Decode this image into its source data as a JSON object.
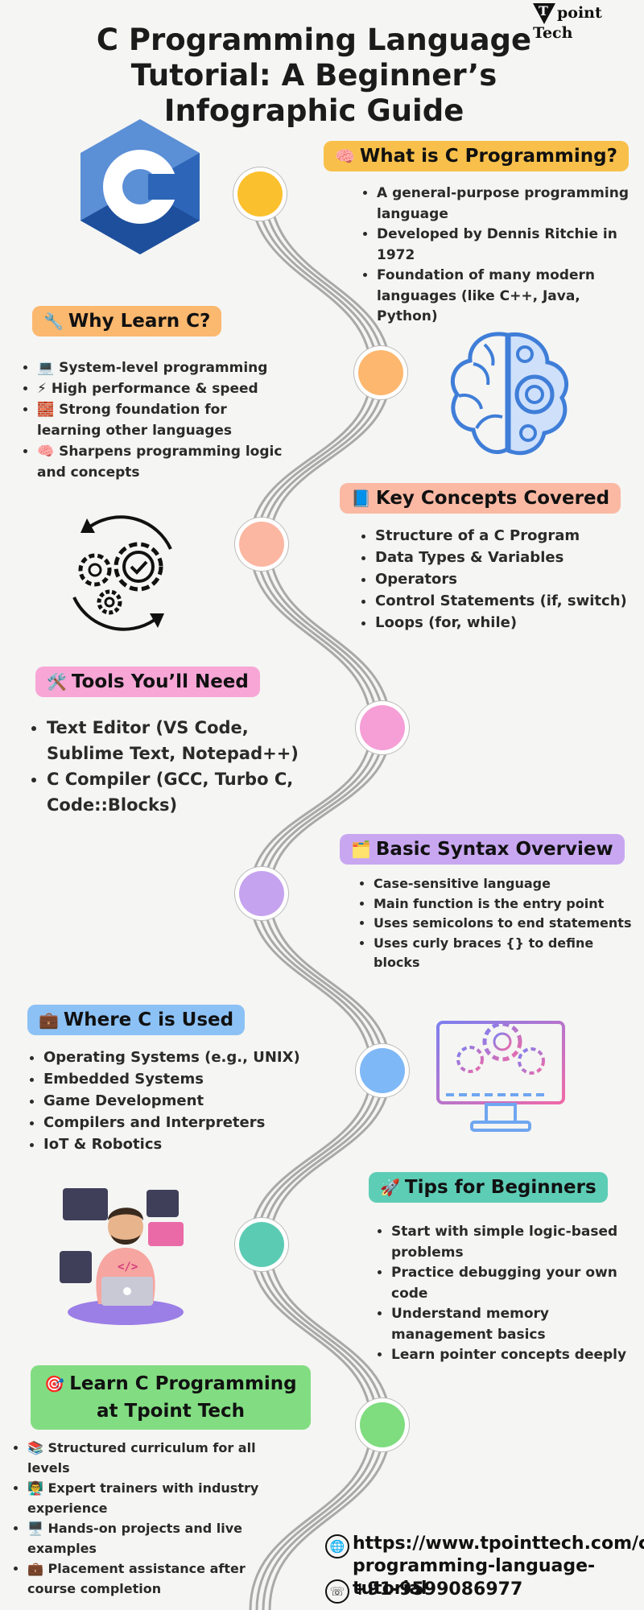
{
  "title": "C Programming Language Tutorial: A Beginner’s Infographic Guide",
  "brand": {
    "mark": "T",
    "name": "point Tech"
  },
  "colors": {
    "yellow": "#fbc02d",
    "orange": "#fdb76e",
    "peach": "#fbb7a2",
    "pink": "#f59fd6",
    "purple": "#c5a3ee",
    "blue": "#7fb8f7",
    "teal": "#5ccbb4",
    "green": "#7fdc7f"
  },
  "sections": [
    {
      "icon": "brain-icon",
      "emoji": "🧠",
      "heading": "What is C Programming?",
      "items": [
        "A general-purpose programming language",
        "Developed by Dennis Ritchie in 1972",
        "Foundation of many modern languages (like C++, Java, Python)"
      ]
    },
    {
      "icon": "wrench-icon",
      "emoji": "🔧",
      "heading": "Why Learn C?",
      "items": [
        "💻 System-level programming",
        "⚡ High performance & speed",
        "🧱 Strong foundation for learning other languages",
        "🧠 Sharpens programming logic and concepts"
      ]
    },
    {
      "icon": "book-icon",
      "emoji": "📘",
      "heading": "Key Concepts Covered",
      "items": [
        "Structure of a C Program",
        "Data Types & Variables",
        "Operators",
        "Control Statements (if, switch)",
        "Loops (for, while)"
      ]
    },
    {
      "icon": "tools-icon",
      "emoji": "🛠️",
      "heading": "Tools You’ll Need",
      "items": [
        "Text Editor (VS Code, Sublime Text, Notepad++)",
        "C Compiler (GCC, Turbo C, Code::Blocks)"
      ]
    },
    {
      "icon": "folder-icon",
      "emoji": "🗂️",
      "heading": "Basic Syntax Overview",
      "items": [
        "Case-sensitive language",
        "Main function is the entry point",
        "Uses semicolons to end statements",
        "Uses curly braces {} to define blocks"
      ]
    },
    {
      "icon": "briefcase-icon",
      "emoji": "💼",
      "heading": "Where C is Used",
      "items": [
        "Operating Systems (e.g., UNIX)",
        "Embedded Systems",
        "Game Development",
        "Compilers and Interpreters",
        "IoT & Robotics"
      ]
    },
    {
      "icon": "rocket-icon",
      "emoji": "🚀",
      "heading": "Tips for Beginners",
      "items": [
        "Start with simple logic-based problems",
        "Practice debugging your own code",
        "Understand memory management basics",
        "Learn pointer concepts deeply"
      ]
    },
    {
      "icon": "target-icon",
      "emoji": "🎯",
      "heading": "Learn C Programming at Tpoint Tech",
      "items": [
        "📚 Structured curriculum for all levels",
        "👨‍🏫 Expert trainers with industry experience",
        "🖥️ Hands-on projects and live examples",
        "💼 Placement assistance after course completion"
      ]
    }
  ],
  "footer": {
    "url": "https://www.tpointtech.com/c-programming-language-tutorial",
    "phone": "+91-9599086977"
  }
}
